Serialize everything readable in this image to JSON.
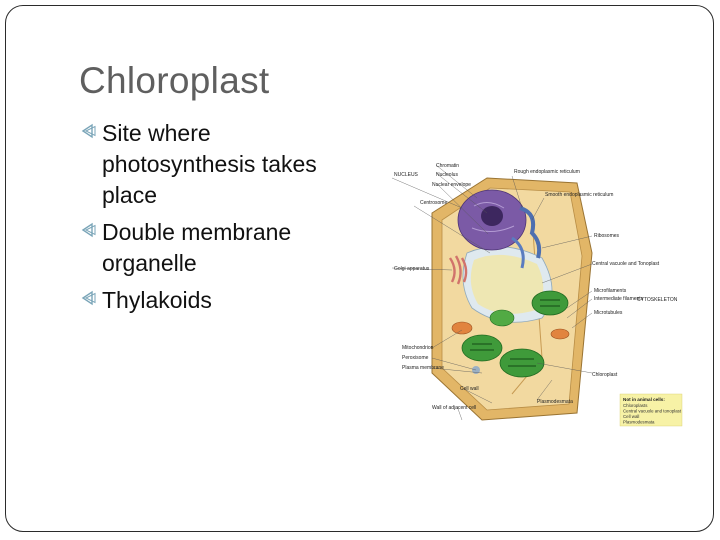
{
  "slide": {
    "title": "Chloroplast",
    "bullets": [
      {
        "text": "Site where photosynthesis takes place"
      },
      {
        "text": "Double membrane organelle"
      },
      {
        "text": "Thylakoids"
      }
    ],
    "accent_color": "#7aa5b8",
    "title_color": "#5f5f5f"
  },
  "diagram": {
    "labels": {
      "chromatin": "Chromatin",
      "nucleolus": "Nucleolus",
      "nuclear_envelope": "Nuclear envelope",
      "nucleus": "NUCLEUS",
      "rough_er": "Rough endoplasmic reticulum",
      "smooth_er": "Smooth endoplasmic reticulum",
      "centrosome": "Centrosome",
      "ribosomes": "Ribosomes",
      "central_vacuole": "Central vacuole and Tonoplast",
      "golgi": "Golgi apparatus",
      "microfilaments": "Microfilaments",
      "intermediate_filaments": "Intermediate filaments",
      "cytoskeleton": "CYTOSKELETON",
      "microtubules": "Microtubules",
      "mitochondrion": "Mitochondrion",
      "peroxisome": "Peroxisome",
      "plasma_membrane": "Plasma membrane",
      "chloroplast": "Chloroplast",
      "cell_wall": "Cell wall",
      "plasmodesmata": "Plasmodesmata",
      "wall_adjacent": "Wall of adjacent cell"
    },
    "note": {
      "heading": "Not in animal cells:",
      "items": [
        "Chloroplasts",
        "Central vacuole and tonoplast",
        "Cell wall",
        "Plasmodesmata"
      ]
    }
  }
}
